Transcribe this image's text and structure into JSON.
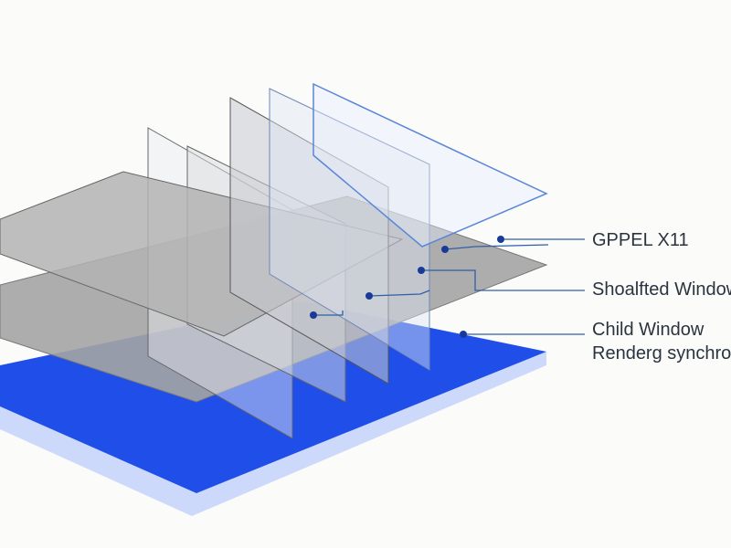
{
  "labels": {
    "gppel": "GPPEL X11",
    "shaded": "Shoalfted Window",
    "child": "Child Window",
    "rendering": "Renderg synchronization"
  },
  "colors": {
    "blue_plane": "#1f4fe8",
    "blue_shadow": "#c9d6fb",
    "gray_plane": "#9c9c9c",
    "leader": "#2f5fa8",
    "dot": "#1a3a9a"
  }
}
